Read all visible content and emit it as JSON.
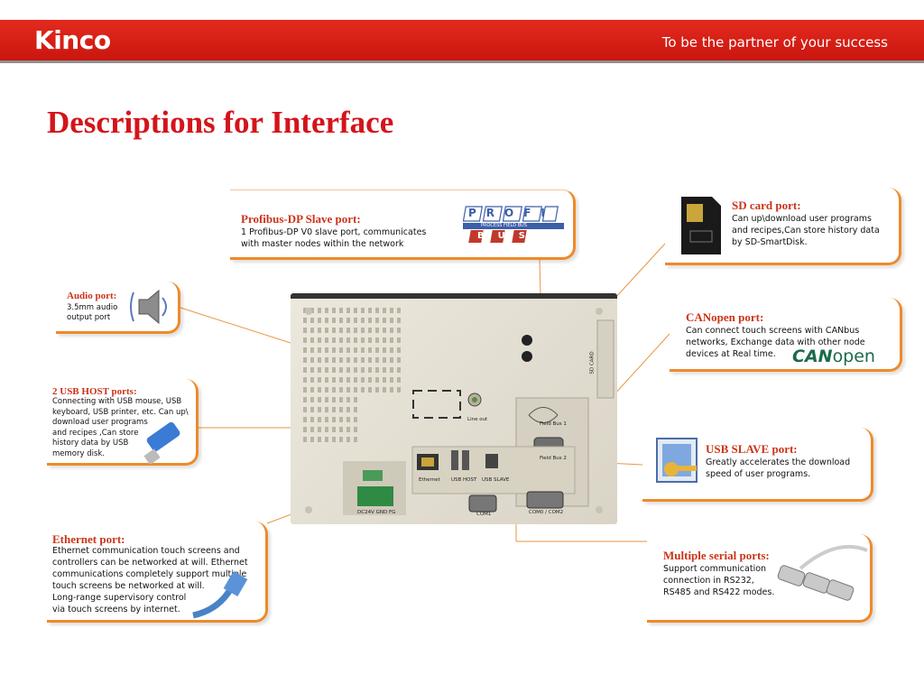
{
  "header": {
    "brand": "Kinco",
    "slogan": "To be the partner of your success"
  },
  "page_title": "Descriptions for Interface",
  "callouts": {
    "profibus": {
      "title": "Profibus-DP Slave port:",
      "desc": "1 Profibus-DP V0 slave port, communicates\nwith master nodes within the network",
      "logo_top": "PROFI",
      "logo_bottom": "BUS",
      "logo_sub": "PROCESS FIELD BUS"
    },
    "audio": {
      "title": "Audio port:",
      "desc": "3.5mm audio\noutput port"
    },
    "usb_host": {
      "title": "2 USB HOST ports:",
      "desc": "Connecting with USB mouse, USB\nkeyboard, USB printer, etc. Can up\\\ndownload user programs\nand recipes ,Can store\nhistory data by USB\nmemory disk."
    },
    "ethernet": {
      "title": "Ethernet port:",
      "desc": "Ethernet communication touch screens and\ncontrollers can be networked at will. Ethernet\ncommunications completely support multiple\ntouch screens be networked at will.\nLong-range supervisory control\nvia touch screens by internet."
    },
    "sd_card": {
      "title": "SD card port:",
      "desc": "Can up\\download user programs\nand recipes,Can store history data\nby SD-SmartDisk."
    },
    "canopen": {
      "title": "CANopen port:",
      "desc": "Can connect touch screens with CANbus\nnetworks, Exchange data with other node\ndevices at Real time.",
      "logo_can": "CAN",
      "logo_open": "open"
    },
    "usb_slave": {
      "title": "USB SLAVE port:",
      "desc": "Greatly accelerates the download\nspeed of user programs."
    },
    "serial": {
      "title": "Multiple serial ports:",
      "desc": "Support communication\nconnection in RS232,\nRS485 and RS422 modes."
    }
  },
  "device_labels": {
    "line_out": "Line out",
    "field_bus_1": "Field Bus 1",
    "field_bus_2": "Field Bus 2",
    "ethernet": "Ethernet",
    "usb_host": "USB HOST",
    "usb_slave": "USB SLAVE",
    "com1": "COM1",
    "com0_com2": "COM0 / COM2",
    "power": "DC24V  GND   FG",
    "sd_card": "SD CARD"
  },
  "colors": {
    "brand_red": "#d4141b",
    "header_red": "#e42a1e",
    "callout_orange": "#ef8a2a",
    "title_red": "#cc3319"
  }
}
